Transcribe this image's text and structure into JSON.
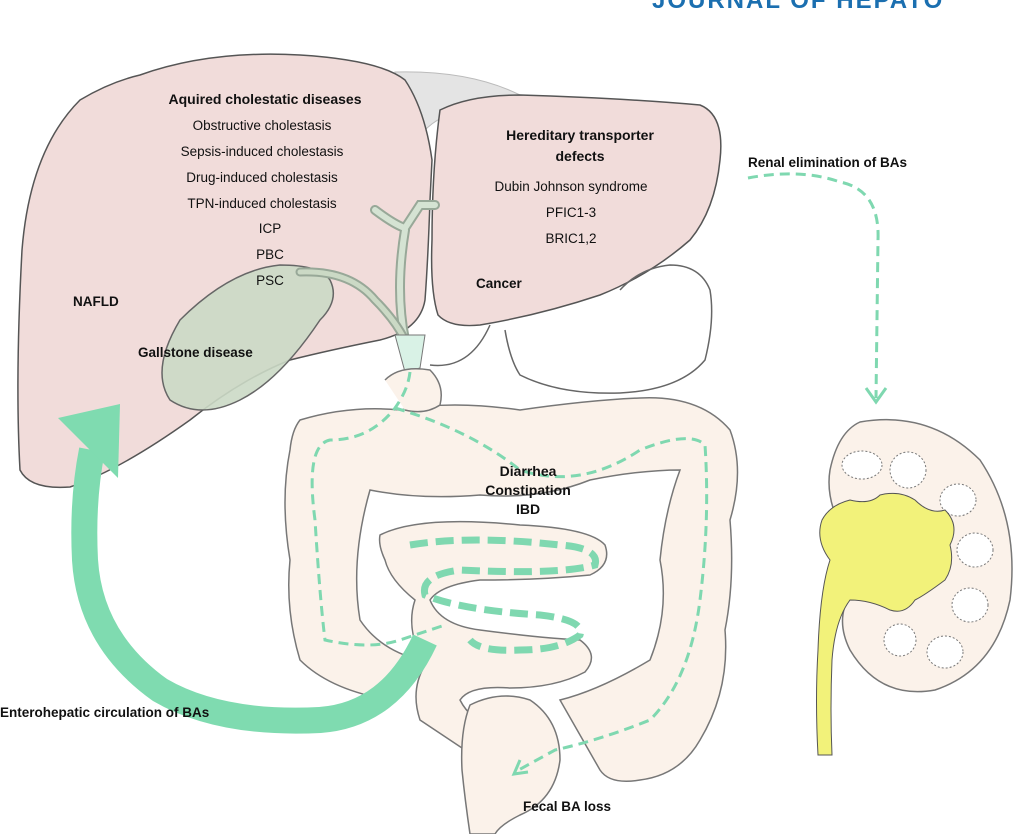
{
  "journal_header": "JOURNAL OF HEPATO",
  "liver_left": {
    "title": "Aquired cholestatic diseases",
    "items": [
      "Obstructive cholestasis",
      "Sepsis-induced cholestasis",
      "Drug-induced cholestasis",
      "TPN-induced cholestasis",
      "ICP",
      "PBC",
      "PSC"
    ],
    "nafld": "NAFLD",
    "gallstone": "Gallstone disease"
  },
  "liver_right": {
    "title_line1": "Hereditary transporter",
    "title_line2": "defects",
    "items": [
      "Dubin  Johnson syndrome",
      "PFIC1-3",
      "BRIC1,2"
    ],
    "cancer": "Cancer"
  },
  "intestine": {
    "labels": [
      "Diarrhea",
      "Constipation",
      "IBD"
    ],
    "fecal": "Fecal BA loss"
  },
  "enterohepatic": "Enterohepatic circulation of BAs",
  "renal": "Renal elimination of BAs",
  "colors": {
    "liver": "#f1dcda",
    "gallbladder": "#cbd9c5",
    "intestine": "#fbf2ea",
    "green_arrow": "#7fdbb0",
    "dashed": "#7fd8b0",
    "pelvis": "#f2f27a",
    "header": "#1b6fb0"
  }
}
